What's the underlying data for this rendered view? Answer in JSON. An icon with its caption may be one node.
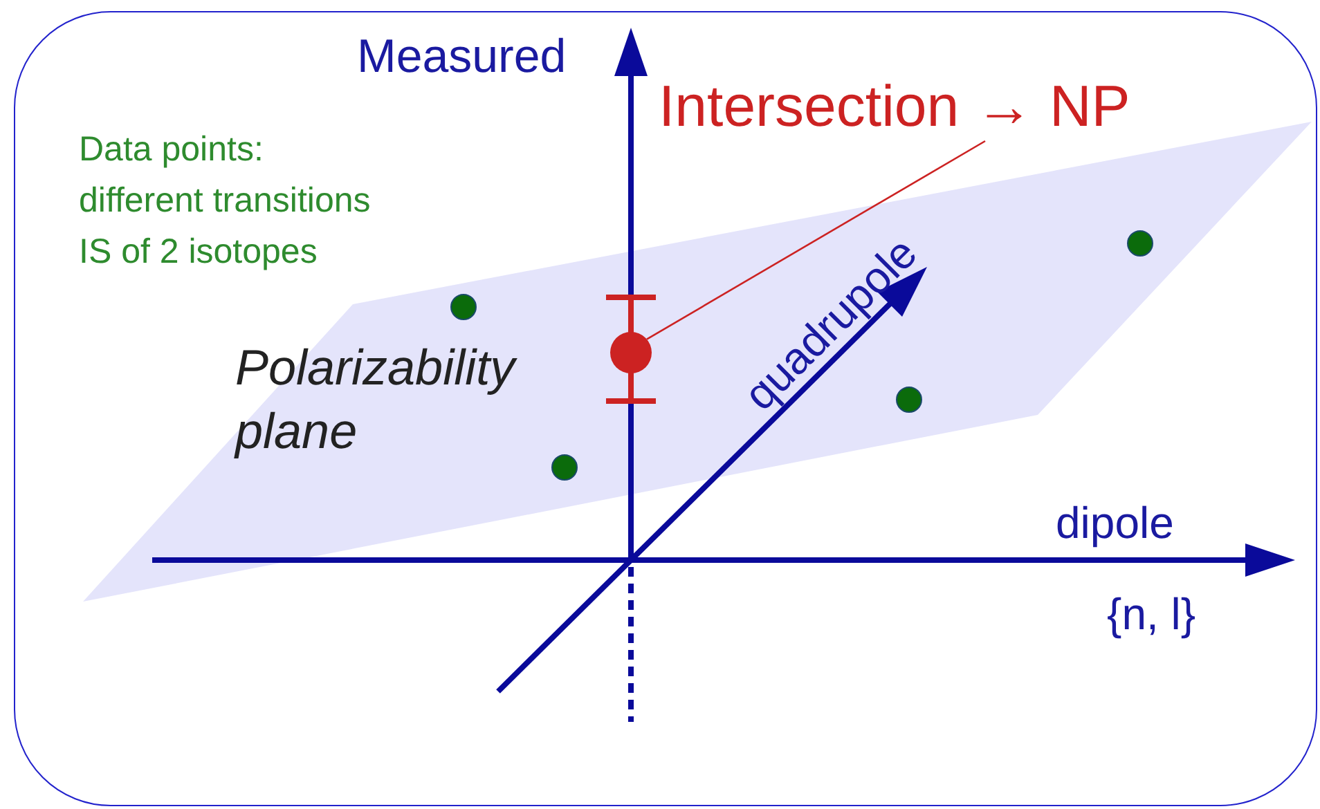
{
  "diagram": {
    "nodes": [
      {
        "text": [
          "Intersection → NP"
        ]
      },
      {
        "text": [],
        "shape": "circle"
      }
    ],
    "edges": [
      {
        "from": 0,
        "to": 1,
        "arrow": "none"
      }
    ],
    "labels": [
      "Measured",
      "Data points: different transitions IS of 2 isotopes",
      "Polarizability plane",
      "quadrupole",
      "dipole",
      "{n, l}"
    ]
  }
}
